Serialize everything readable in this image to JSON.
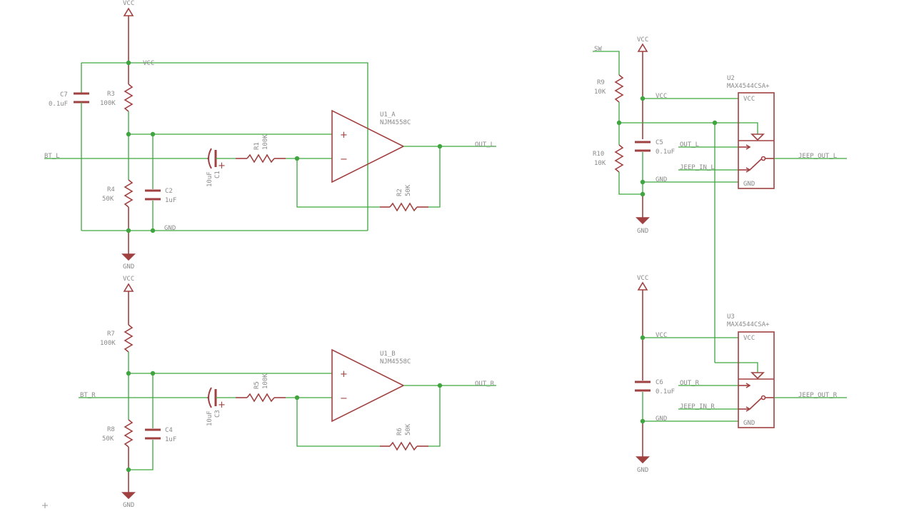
{
  "power": {
    "vcc": "VCC",
    "gnd": "GND"
  },
  "nets": {
    "bt_l": "BT_L",
    "bt_r": "BT_R",
    "out_l": "OUT_L",
    "out_r": "OUT_R",
    "vcc_tap": "VCC",
    "gnd_tap": "GND",
    "sw": "SW",
    "jeep_in_l": "JEEP_IN_L",
    "jeep_in_r": "JEEP_IN_R",
    "jeep_out_l": "JEEP_OUT_L",
    "jeep_out_r": "JEEP_OUT_R"
  },
  "components": {
    "c7": {
      "ref": "C7",
      "value": "0.1uF"
    },
    "r3": {
      "ref": "R3",
      "value": "100K"
    },
    "r4": {
      "ref": "R4",
      "value": "50K"
    },
    "c2": {
      "ref": "C2",
      "value": "1uF"
    },
    "c1": {
      "ref": "C1",
      "value": "10uF"
    },
    "r1": {
      "ref": "R1",
      "value": "100K"
    },
    "r2": {
      "ref": "R2",
      "value": "50K"
    },
    "u1a": {
      "ref": "U1_A",
      "value": "NJM4558C"
    },
    "r7": {
      "ref": "R7",
      "value": "100K"
    },
    "r8": {
      "ref": "R8",
      "value": "50K"
    },
    "c4": {
      "ref": "C4",
      "value": "1uF"
    },
    "c3": {
      "ref": "C3",
      "value": "10uF"
    },
    "r5": {
      "ref": "R5",
      "value": "100K"
    },
    "r6": {
      "ref": "R6",
      "value": "50K"
    },
    "u1b": {
      "ref": "U1_B",
      "value": "NJM4558C"
    },
    "r9": {
      "ref": "R9",
      "value": "10K"
    },
    "r10": {
      "ref": "R10",
      "value": "10K"
    },
    "c5": {
      "ref": "C5",
      "value": "0.1uF"
    },
    "c6": {
      "ref": "C6",
      "value": "0.1uF"
    },
    "u2": {
      "ref": "U2",
      "value": "MAX4544CSA+"
    },
    "u3": {
      "ref": "U3",
      "value": "MAX4544CSA+"
    }
  },
  "pins": {
    "vcc": "VCC",
    "gnd": "GND",
    "plus": "+",
    "minus": "−",
    "cap_plus": "+"
  }
}
